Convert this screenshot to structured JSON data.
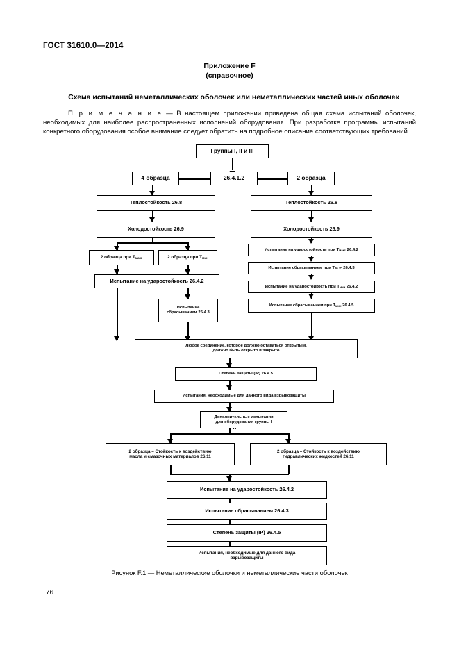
{
  "header": {
    "standard": "ГОСТ 31610.0—2014",
    "page_number": "76"
  },
  "appendix": {
    "line1": "Приложение F",
    "line2": "(справочное)"
  },
  "title": "Схема испытаний неметаллических оболочек или неметаллических частей иных оболочек",
  "note": {
    "label": "П р и м е ч а н и е",
    "dash": "—",
    "text": "В настоящем приложении приведена общая схема испытаний оболочек, необходимых для наиболее распространенных исполнений оборудования. При разработке программы испытаний конкретного оборудования особое внимание следует обратить на подробное описание соответствующих требований."
  },
  "caption": "Рисунок F.1 — Неметаллические оболочки и неметаллические части оболочек",
  "flowchart": {
    "junction_label_1": "И",
    "junction_label_2": "И",
    "nodes": {
      "groups": "Группы I, II и III",
      "clause_root": "26.4.1.2",
      "samples_4": "4 образца",
      "samples_2": "2 образца",
      "left_heat": "Теплостойкость 26.8",
      "left_cold": "Холодостойкость 26.9",
      "left_sample_tmax": "2 образца при T",
      "left_sample_tmax_sub": "макс",
      "left_sample_tmin": "2 образца при T",
      "left_sample_tmin_sub": "мин",
      "left_impact": "Испытание на ударостойкость 26.4.2",
      "left_drop_l1": "Испытание",
      "left_drop_l2": "сбрасыванием 26.4.3",
      "right_heat": "Теплостойкость 26.8",
      "right_cold": "Холодостойкость 26.9",
      "right_impact_tmax": "Испытание на ударостойкость при T",
      "right_impact_tmax_sub": "макс",
      "right_impact_tmax_clause": " 26.4.2",
      "right_drop_20": "Испытание сбрасыванием при T",
      "right_drop_20_sub": "20 °C",
      "right_drop_20_clause": " 26.4.3",
      "right_impact_tmin": "Испытание на ударостойкость при T",
      "right_impact_tmin_sub": "мин",
      "right_impact_tmin_clause": " 26.4.2",
      "right_drop_tmin": "Испытание сбрасыванием при T",
      "right_drop_tmin_sub": "мин",
      "right_drop_tmin_clause": " 26.4.5",
      "joint_l1": "Любое соединение, которое должно оставаться открытым,",
      "joint_l2": "должно быть открыто и закрыто",
      "ip_mid": "Степень защиты (IP) 26.4.5",
      "protection_mid": "Испытания, необходимые для данного вида взрывозащиты",
      "group1_l1": "Дополнительные испытания",
      "group1_l2": "для оборудования группы I",
      "oil_l1": "2 образца – Стойкость к воздействию",
      "oil_l2": "масла и смазочных материалов 26.11",
      "hydraulic_l1": "2 образца – Стойкость к воздействию",
      "hydraulic_l2": "гидравлических жидкостей 26.11",
      "bottom_impact": "Испытание на ударостойкость 26.4.2",
      "bottom_drop": "Испытание сбрасыванием 26.4.3",
      "bottom_ip": "Степень защиты (IP) 26.4.5",
      "bottom_protection_l1": "Испытания, необходимые для данного вида",
      "bottom_protection_l2": "взрывозащиты"
    }
  }
}
